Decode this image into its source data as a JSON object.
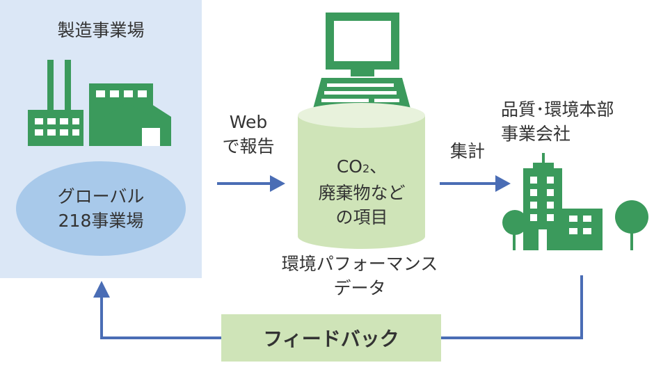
{
  "sites": {
    "title": "製造事業場",
    "group_line1": "グローバル",
    "group_line2": "218事業場"
  },
  "report": {
    "line1": "Web",
    "line2": "で報告"
  },
  "database": {
    "line1_main": "CO",
    "line1_sub": "2",
    "line1_tail": "、",
    "line2": "廃棄物など",
    "line3": "の項目",
    "caption_line1": "環境パフォーマンス",
    "caption_line2": "データ"
  },
  "aggregate": {
    "label": "集計"
  },
  "hq": {
    "line1": "品質･環境本部",
    "line2": "事業会社"
  },
  "feedback": {
    "label": "フィードバック"
  },
  "colors": {
    "icon_green": "#3b9a5c",
    "panel_blue": "#dbe7f6",
    "ellipse_blue": "#a8c9ea",
    "cylinder_green": "#cfe4b8",
    "arrow_blue": "#4a6db5"
  }
}
